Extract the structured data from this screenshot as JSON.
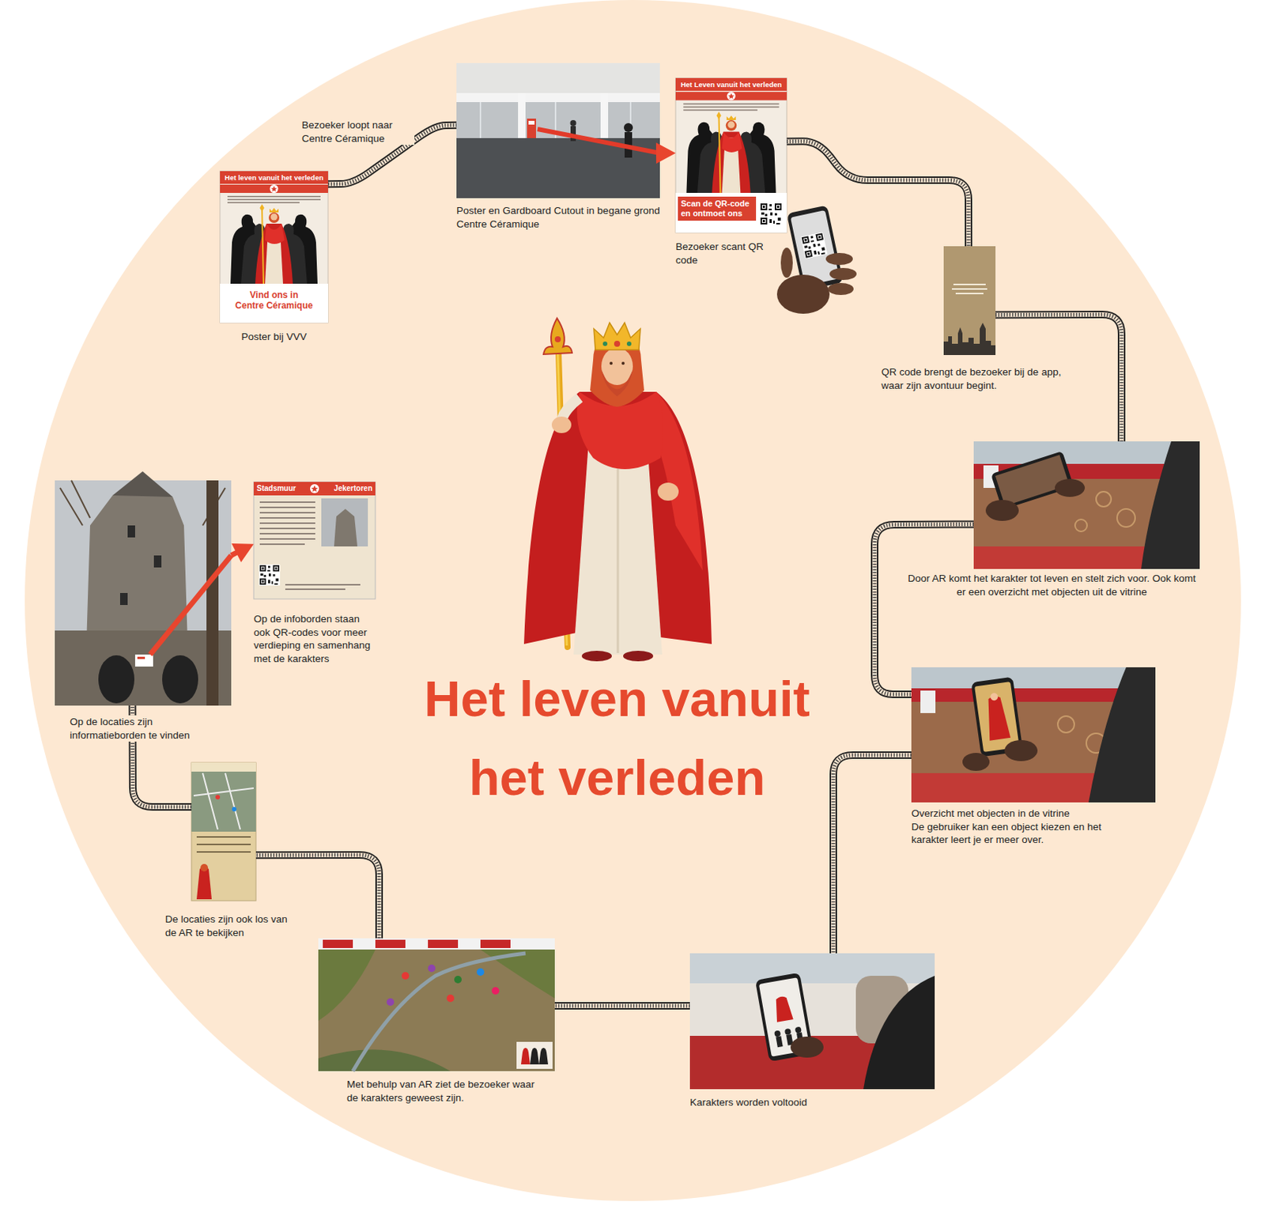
{
  "diagram": {
    "title": "Het leven vanuit het verleden",
    "nodes": [
      {
        "text": [
          "Het leven vanuit het verleden",
          "Vind ons in Centre Céramique",
          "Poster bij VVV"
        ]
      },
      {
        "text": [
          "Poster en Gardboard Cutout in begane grond Centre Céramique"
        ]
      },
      {
        "text": [
          "Het Leven vanuit het verleden",
          "Scan de QR-code en ontmoet ons",
          "Bezoeker scant QR code"
        ]
      },
      {
        "text": [
          "QR code brengt de bezoeker bij de app, waar zijn avontuur begint."
        ]
      },
      {
        "text": [
          "Door AR komt het karakter tot leven en stelt zich voor. Ook komt er een overzicht met objecten uit de vitrine"
        ]
      },
      {
        "text": [
          "Overzicht met objecten in de vitrine",
          "De gebruiker kan een object kiezen en het karakter leert je er meer over."
        ]
      },
      {
        "text": [
          "Karakters worden voltooid"
        ]
      },
      {
        "text": [
          "Met behulp van AR ziet de bezoeker waar de karakters geweest zijn."
        ]
      },
      {
        "text": [
          "De locaties zijn ook los van de AR te bekijken"
        ]
      },
      {
        "text": [
          "Op de locaties zijn informatieborden te vinden"
        ]
      },
      {
        "text": [
          "Stadsmuur",
          "Jekertoren",
          "Op de infoborden staan ook QR-codes voor meer verdieping en samenhang met de karakters"
        ]
      }
    ],
    "edges": [
      {
        "from": 0,
        "to": 1,
        "label": "Bezoeker loopt naar Centre Céramique",
        "arrow": "none"
      },
      {
        "from": 1,
        "to": 2,
        "arrow": "to"
      },
      {
        "from": 2,
        "to": 3,
        "arrow": "none"
      },
      {
        "from": 3,
        "to": 4,
        "arrow": "none"
      },
      {
        "from": 4,
        "to": 5,
        "arrow": "none"
      },
      {
        "from": 5,
        "to": 6,
        "arrow": "none"
      },
      {
        "from": 6,
        "to": 7,
        "arrow": "none"
      },
      {
        "from": 7,
        "to": 8,
        "arrow": "none"
      },
      {
        "from": 8,
        "to": 9,
        "arrow": "none"
      },
      {
        "from": 9,
        "to": 10,
        "arrow": "to"
      }
    ]
  }
}
